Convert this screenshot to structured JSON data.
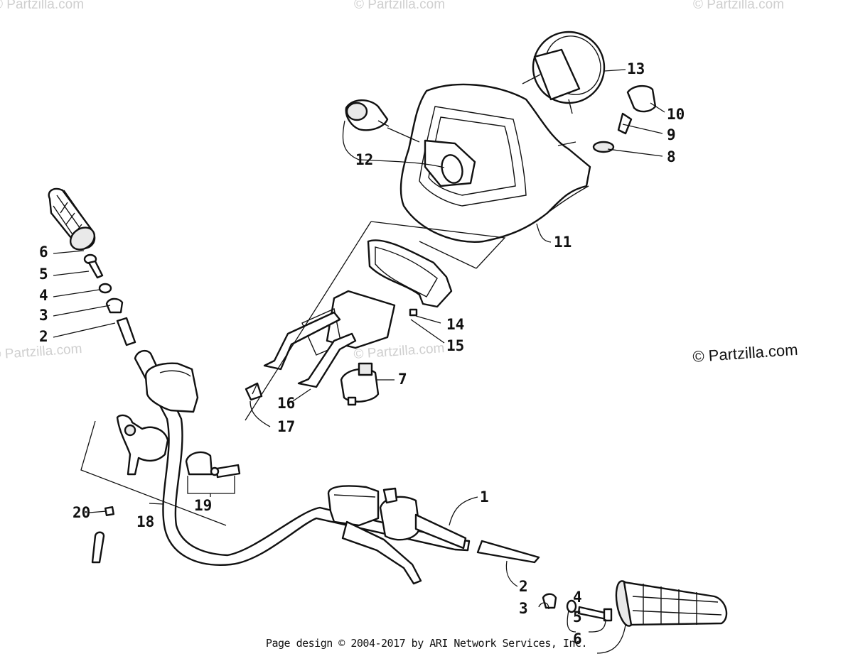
{
  "watermarks": {
    "faint": "© Partzilla.com",
    "main": "© Partzilla.com"
  },
  "footer": "Page design © 2004-2017 by ARI Network Services, Inc.",
  "callouts": [
    "1",
    "2",
    "2",
    "3",
    "3",
    "4",
    "4",
    "5",
    "5",
    "6",
    "6",
    "7",
    "8",
    "9",
    "10",
    "11",
    "12",
    "13",
    "14",
    "15",
    "16",
    "17",
    "18",
    "19",
    "20"
  ]
}
